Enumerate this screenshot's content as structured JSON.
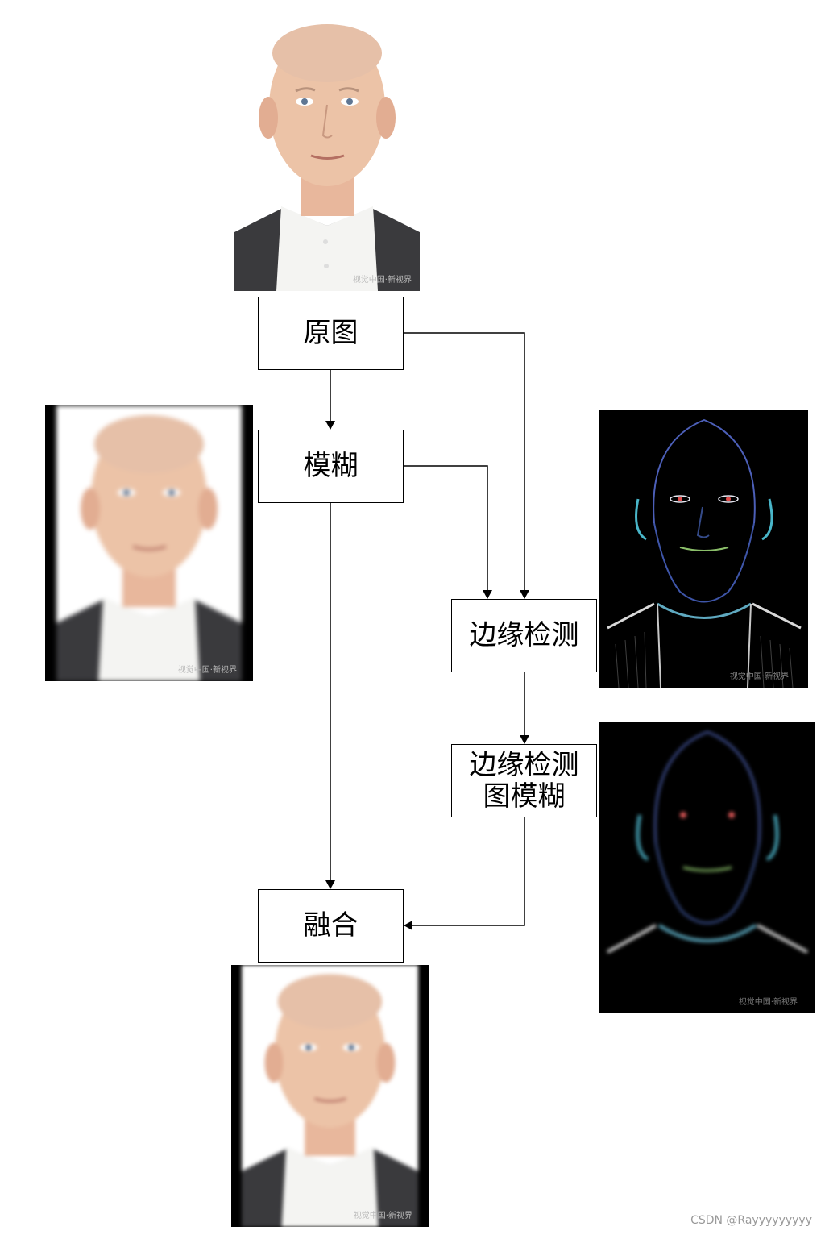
{
  "nodes": {
    "original": "原图",
    "blur": "模糊",
    "edge": "边缘检测",
    "edge_blur_line1": "边缘检测",
    "edge_blur_line2": "图模糊",
    "fusion": "融合"
  },
  "images": {
    "original_watermark": "视觉中国·新视界",
    "blurred_watermark": "视觉中国·新视界",
    "edge_watermark": "视觉中国·新视界",
    "fused_watermark": "视觉中国·新视界"
  },
  "footer": {
    "credit": "CSDN @Rayyyyyyyyy"
  }
}
